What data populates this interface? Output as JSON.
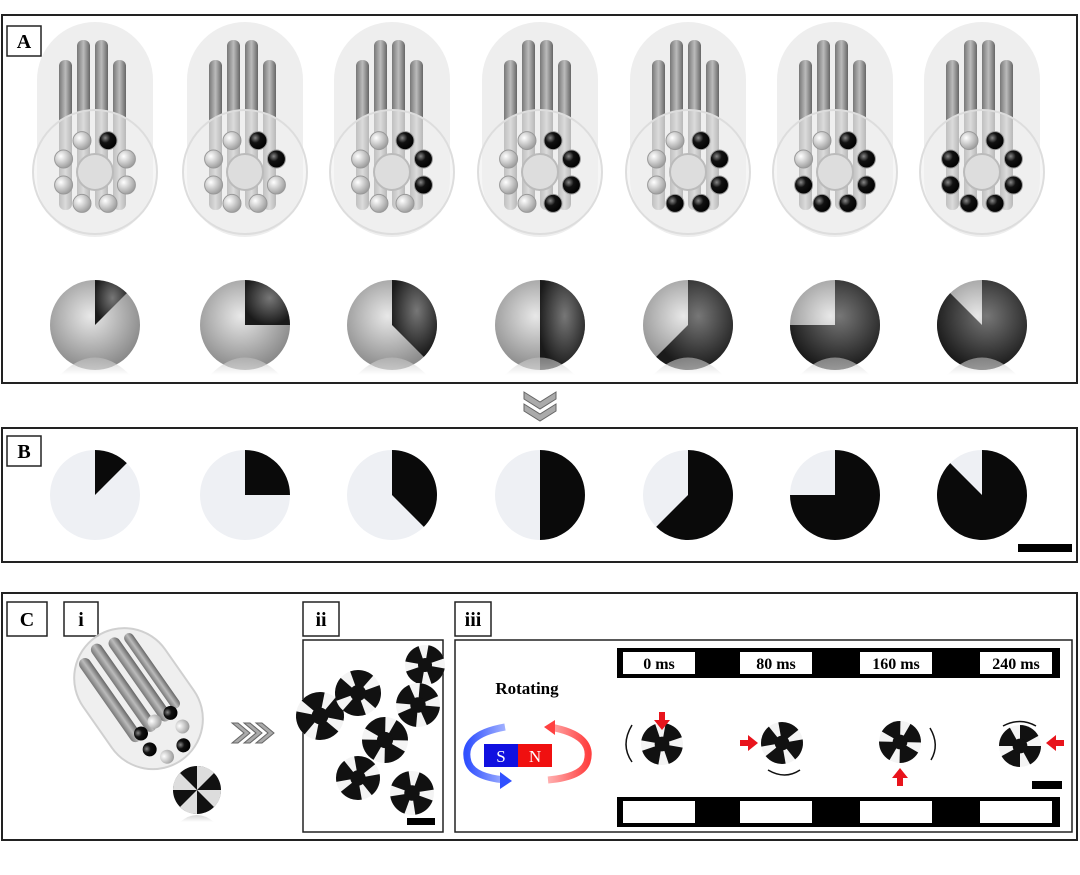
{
  "panels": {
    "A": {
      "label": "A",
      "black_beads": [
        1,
        2,
        3,
        4,
        5,
        6,
        7
      ],
      "total_beads": 8
    },
    "B": {
      "label": "B",
      "black_fraction": [
        0.125,
        0.25,
        0.375,
        0.5,
        0.625,
        0.75,
        0.875
      ]
    },
    "C": {
      "label": "C",
      "sub_i": {
        "label": "i"
      },
      "sub_ii": {
        "label": "ii"
      },
      "sub_iii": {
        "label": "iii",
        "rotating_label": "Rotating",
        "magnet": {
          "south": "S",
          "north": "N",
          "south_color": "#1010e0",
          "north_color": "#f01010"
        },
        "timestamps": [
          "0 ms",
          "80 ms",
          "160 ms",
          "240 ms"
        ]
      }
    }
  },
  "colors": {
    "arrow_red": "#e8141c",
    "bead_black": "#111111",
    "bead_white": "#e8e8e8"
  }
}
